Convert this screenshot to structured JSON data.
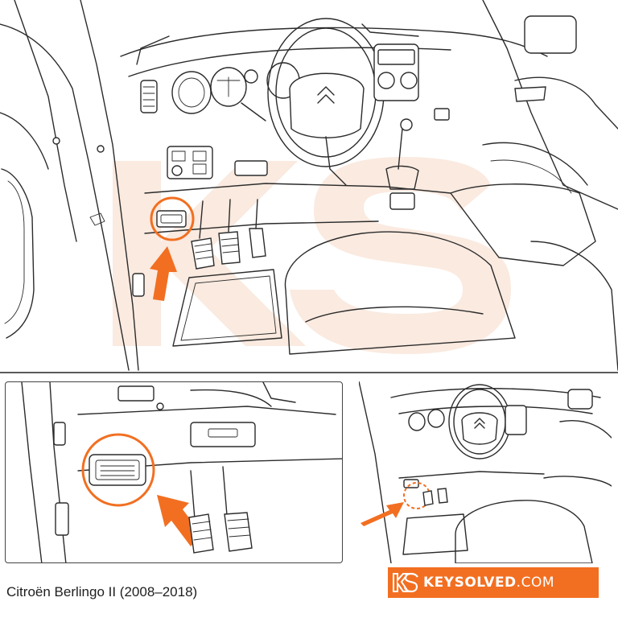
{
  "caption": "Citroën Berlingo II (2008–2018)",
  "brand": {
    "logo_letters": "KS",
    "name": "KEYSOLVED",
    "suffix": ".COM",
    "color": "#f26f21"
  },
  "watermark": {
    "letters": "KS",
    "color": "#f6d9c6"
  },
  "colors": {
    "accent": "#f26f21",
    "line": "#2b2b2b"
  },
  "icons": [
    "arrow-icon",
    "highlight-circle-icon",
    "obd-port-icon",
    "citroen-chevron-icon",
    "ks-logo-icon"
  ]
}
